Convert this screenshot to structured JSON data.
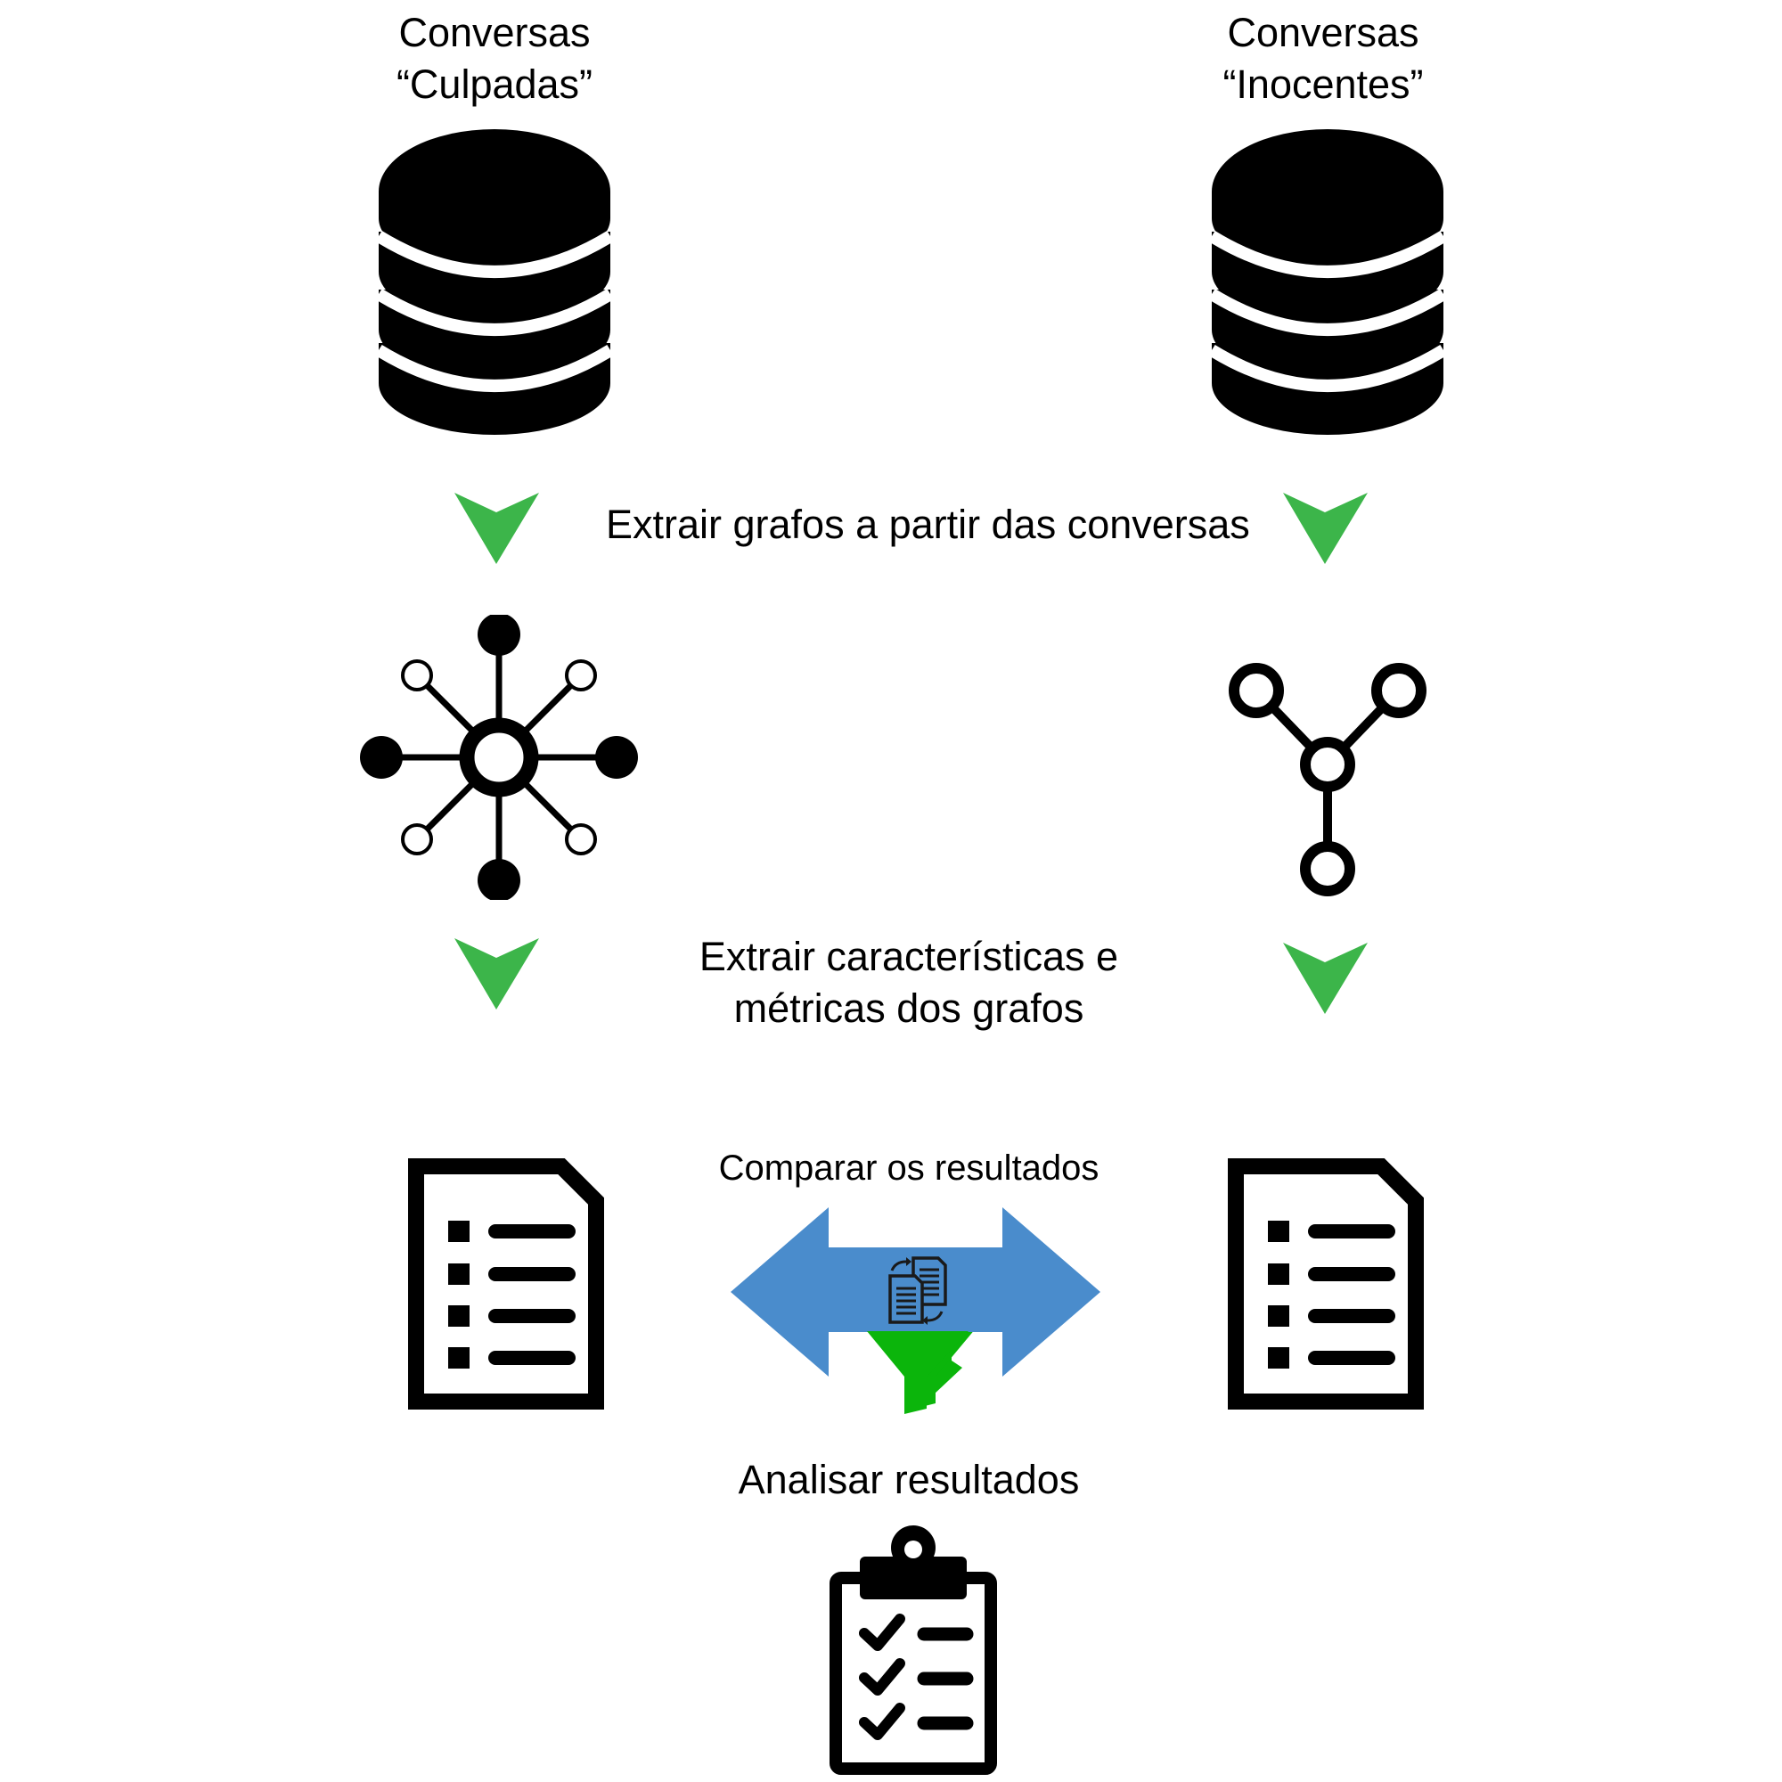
{
  "sources": {
    "left": {
      "line1": "Conversas",
      "line2": "“Culpadas”"
    },
    "right": {
      "line1": "Conversas",
      "line2": "“Inocentes”"
    }
  },
  "steps": {
    "extract_graphs": "Extrair grafos a partir das conversas",
    "extract_features_line1": "Extrair características e",
    "extract_features_line2": "métricas dos grafos",
    "compare": "Comparar os resultados",
    "analyze": "Analisar resultados"
  },
  "colors": {
    "arrow_green": "#3cb54a",
    "compare_blue": "#4a8ccc",
    "funnel_green": "#0bb50b",
    "ink": "#000000"
  },
  "icons": [
    "database-icon",
    "graph-icon",
    "document-list-icon",
    "compare-arrow-icon",
    "clipboard-checklist-icon"
  ]
}
